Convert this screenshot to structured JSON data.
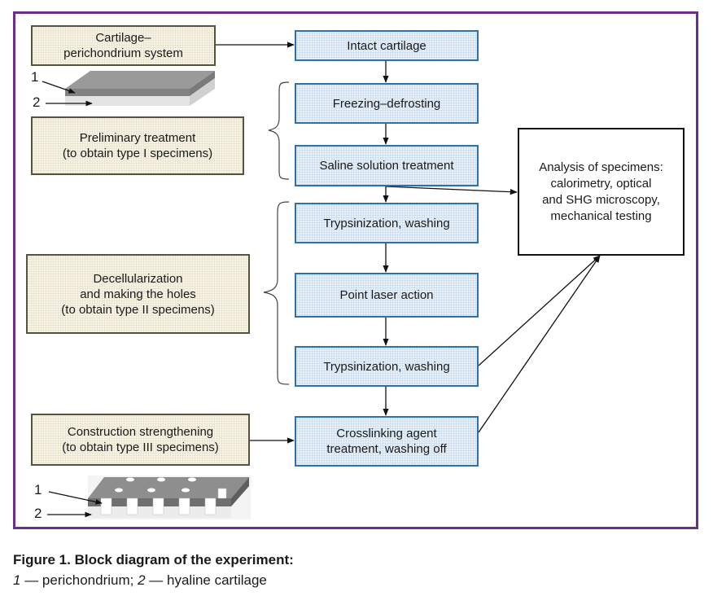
{
  "diagram": {
    "left_boxes": {
      "cartilage_system": "Cartilage–perichondrium system",
      "preliminary": [
        "Preliminary treatment",
        "(to obtain type I specimens)"
      ],
      "decellularization": [
        "Decellularization",
        "and making the holes",
        "(to obtain type II specimens)"
      ],
      "strengthening": [
        "Construction strengthening",
        "(to obtain type III specimens)"
      ]
    },
    "steps": {
      "intact": "Intact cartilage",
      "freezing": "Freezing–defrosting",
      "saline": "Saline solution treatment",
      "trypsin1": "Trypsinization, washing",
      "laser": "Point laser action",
      "trypsin2": "Trypsinization, washing",
      "crosslink": [
        "Crosslinking agent",
        "treatment, washing off"
      ]
    },
    "analysis": [
      "Analysis of specimens:",
      "calorimetry, optical",
      "and SHG microscopy,",
      "mechanical testing"
    ],
    "specimen_labels": {
      "top": {
        "n1": "1",
        "n2": "2"
      },
      "bottom": {
        "n1": "1",
        "n2": "2"
      }
    }
  },
  "caption": {
    "title": "Figure 1. Block diagram of the experiment:",
    "legend": {
      "n1": "1",
      "t1": " — perichondrium; ",
      "n2": "2",
      "t2": " — hyaline cartilage"
    }
  },
  "colors": {
    "frame": "#6a2f86",
    "beige_fill": "#f7f3e6",
    "blue_fill": "#e7f0f9",
    "blue_border": "#2e71a8"
  }
}
